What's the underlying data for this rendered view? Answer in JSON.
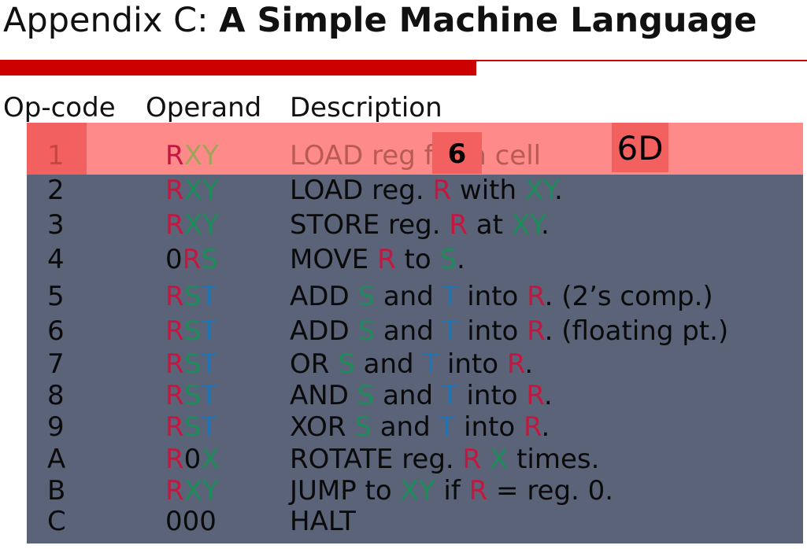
{
  "title": {
    "prefix": "Appendix C: ",
    "main": "A Simple Machine Language"
  },
  "header": {
    "op": "Op-code",
    "operand": "Operand",
    "desc": "Description"
  },
  "overlay": {
    "reg": "6",
    "cell": "6D"
  },
  "colors": {
    "accent": "#cc0000",
    "table_bg": "#5b6379",
    "highlight": "#ff8a8a",
    "highlight_box": "#f26060",
    "reg_color": "#c2183f",
    "xy_color": "#1e8c5a",
    "t_color": "#1f74b4"
  },
  "rows": [
    {
      "op": "1",
      "operand": "RXY",
      "desc": "LOAD reg  from cell"
    },
    {
      "op": "2",
      "operand": "RXY",
      "desc_parts": [
        "LOAD reg. ",
        "R",
        " with ",
        "XY",
        "."
      ]
    },
    {
      "op": "3",
      "operand": "RXY",
      "desc_parts": [
        "STORE reg. ",
        "R",
        " at ",
        "XY",
        "."
      ]
    },
    {
      "op": "4",
      "operand_parts": [
        "0",
        "R",
        "S"
      ],
      "desc_parts": [
        "MOVE ",
        "R",
        " to ",
        "S",
        "."
      ]
    },
    {
      "op": "5",
      "operand": "RST",
      "desc_parts": [
        "ADD ",
        "S",
        " and ",
        "T",
        " into ",
        "R",
        ". (2’s comp.)"
      ]
    },
    {
      "op": "6",
      "operand": "RST",
      "desc_parts": [
        "ADD ",
        "S",
        " and ",
        "T",
        " into ",
        "R",
        ". (floating pt.)"
      ]
    },
    {
      "op": "7",
      "operand": "RST",
      "desc_parts": [
        "OR ",
        "S",
        " and ",
        "T",
        " into ",
        "R",
        "."
      ]
    },
    {
      "op": "8",
      "operand": "RST",
      "desc_parts": [
        "AND ",
        "S",
        " and ",
        "T",
        " into ",
        "R",
        "."
      ]
    },
    {
      "op": "9",
      "operand": "RST",
      "desc_parts": [
        "XOR ",
        "S",
        " and ",
        "T",
        " into ",
        "R",
        "."
      ]
    },
    {
      "op": "A",
      "operand_parts": [
        "R",
        "0",
        "X"
      ],
      "desc_parts": [
        "ROTATE reg. ",
        "R",
        " ",
        "X",
        " times."
      ]
    },
    {
      "op": "B",
      "operand": "RXY",
      "desc_parts": [
        "JUMP to ",
        "XY",
        " if ",
        "R",
        " = reg. 0."
      ]
    },
    {
      "op": "C",
      "operand": "000",
      "desc": "HALT"
    }
  ]
}
